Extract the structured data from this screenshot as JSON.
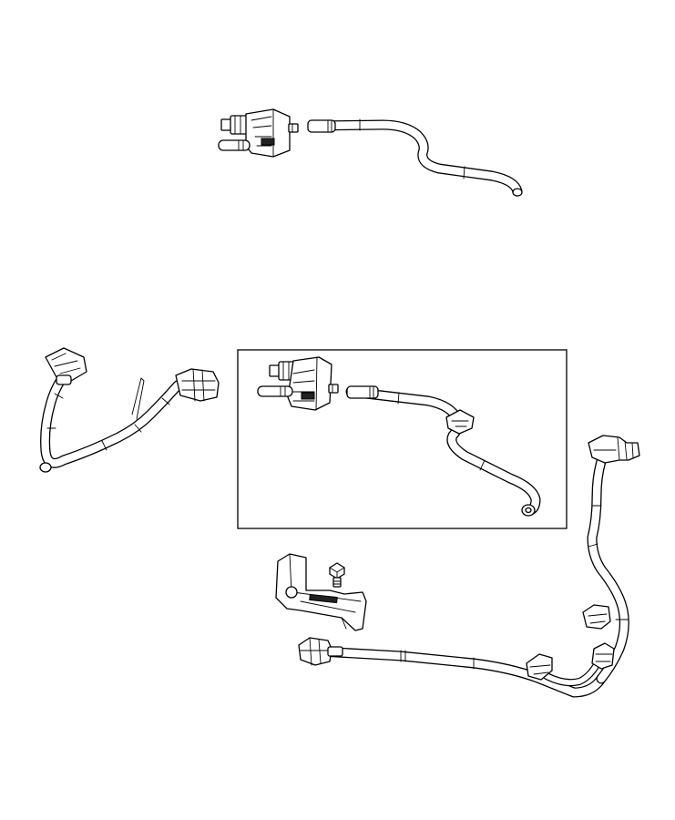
{
  "diagram": {
    "components": [
      {
        "name": "purge-valve-assembly-top"
      },
      {
        "name": "vapor-hose-top"
      },
      {
        "name": "left-hose-assembly"
      },
      {
        "name": "detail-box"
      },
      {
        "name": "bracket"
      },
      {
        "name": "bolt"
      },
      {
        "name": "right-hose-assembly"
      }
    ]
  }
}
